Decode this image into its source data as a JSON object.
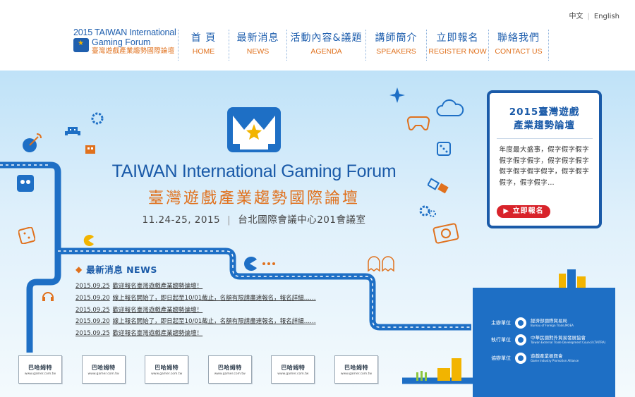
{
  "header": {
    "lang": {
      "zh": "中文",
      "en": "English"
    },
    "logo": {
      "line1": "2015 TAIWAN International",
      "line2": "Gaming Forum",
      "zh": "臺灣遊戲產業趨勢國際論壇"
    },
    "nav": [
      {
        "zh": "首 頁",
        "en": "HOME"
      },
      {
        "zh": "最新消息",
        "en": "NEWS"
      },
      {
        "zh": "活動內容&議題",
        "en": "AGENDA"
      },
      {
        "zh": "講師簡介",
        "en": "SPEAKERS"
      },
      {
        "zh": "立即報名",
        "en": "REGISTER NOW"
      },
      {
        "zh": "聯絡我們",
        "en": "CONTACT US"
      }
    ]
  },
  "hero": {
    "title_en": "TAIWAN International Gaming Forum",
    "title_zh": "臺灣遊戲產業趨勢國際論壇",
    "date": "11.24-25, 2015",
    "venue": "台北國際會議中心201會議室"
  },
  "news": {
    "heading": "最新消息 NEWS",
    "items": [
      {
        "date": "2015.09.25",
        "text": "歡迎報名臺灣遊戲產業趨勢論壇！"
      },
      {
        "date": "2015.09.20",
        "text": "線上報名開始了，即日起至10/01截止，名額有限請盡速報名，報名詳細……"
      },
      {
        "date": "2015.09.25",
        "text": "歡迎報名臺灣遊戲產業趨勢論壇！"
      },
      {
        "date": "2015.09.20",
        "text": "線上報名開始了，即日起至10/01截止，名額有限請盡速報名，報名詳細……"
      },
      {
        "date": "2015.09.25",
        "text": "歡迎報名臺灣遊戲產業趨勢論壇！"
      }
    ]
  },
  "sponsors": [
    {
      "brand": "巴哈姆特",
      "url": "www.gamer.com.tw"
    },
    {
      "brand": "巴哈姆特",
      "url": "www.gamer.com.tw"
    },
    {
      "brand": "巴哈姆特",
      "url": "www.gamer.com.tw"
    },
    {
      "brand": "巴哈姆特",
      "url": "www.gamer.com.tw"
    },
    {
      "brand": "巴哈姆特",
      "url": "www.gamer.com.tw"
    },
    {
      "brand": "巴哈姆特",
      "url": "www.gamer.com.tw"
    }
  ],
  "register_box": {
    "title_line1": "2015臺灣遊戲",
    "title_line2": "產業趨勢論壇",
    "desc": "年度最大盛事，假字假字假字假字假字假字，假字假字假字假字假字假字假字，假字假字假字，假字假字…",
    "button": "立即報名"
  },
  "organizers": [
    {
      "role": "主辦單位",
      "name": "經濟部國際貿易局",
      "name_en": "Bureau of Foreign Trade,MOEA"
    },
    {
      "role": "執行單位",
      "name": "中華民國對外貿易發展協會",
      "name_en": "Taiwan External Trade Development Council (TAITRA)"
    },
    {
      "role": "協辦單位",
      "name": "遊戲產業振興會",
      "name_en": "Game Industry Promotion Alliance"
    }
  ],
  "colors": {
    "brand_blue": "#1a5aa8",
    "road_blue": "#1e6fc5",
    "accent_orange": "#e0711d",
    "cta_red": "#d8232a"
  }
}
